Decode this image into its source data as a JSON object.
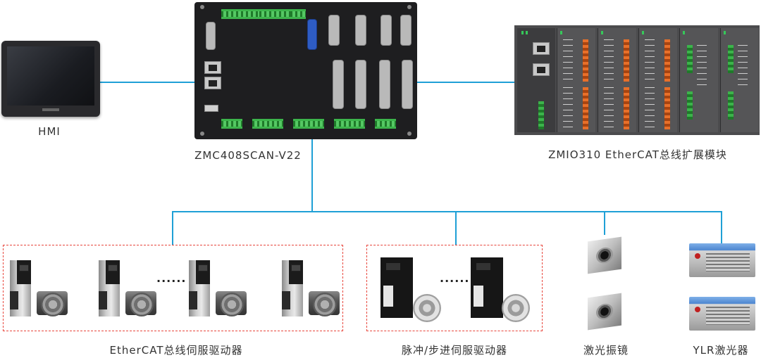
{
  "captions": {
    "hmi": "HMI",
    "controller": "ZMC408SCAN-V22",
    "io_module": "ZMIO310 EtherCAT总线扩展模块",
    "ethercat_drives": "EtherCAT总线伺服驱动器",
    "pulse_drives": "脉冲/步进伺服驱动器",
    "galvo": "激光振镜",
    "laser": "YLR激光器"
  },
  "ellipsis": "......",
  "colors": {
    "connector_line": "#1fa0d6",
    "group_border": "#e8463c",
    "caption_text": "#333333"
  },
  "icons": [
    "hmi-panel-icon",
    "controller-board-icon",
    "io-module-icon",
    "servo-drive-icon",
    "servo-motor-icon",
    "galvo-scanner-icon",
    "fiber-laser-icon"
  ]
}
